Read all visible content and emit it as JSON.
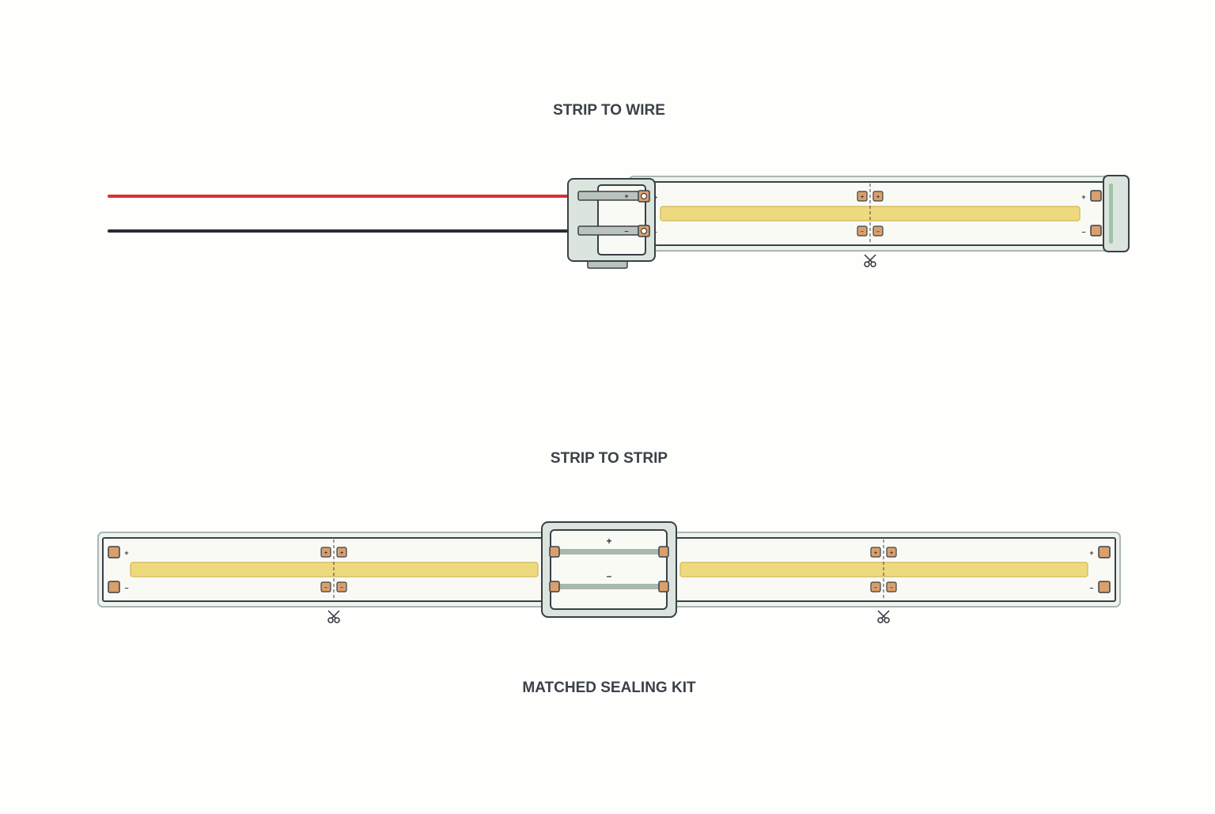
{
  "diagram": {
    "sections": [
      {
        "id": "strip-to-wire",
        "title": "STRIP TO WIRE"
      },
      {
        "id": "strip-to-strip",
        "title": "STRIP TO STRIP"
      },
      {
        "id": "sealing-kit",
        "title": "MATCHED SEALING KIT"
      }
    ],
    "polarity": {
      "positive": "+",
      "negative": "–"
    },
    "colors": {
      "positive_wire": "#d63333",
      "negative_wire": "#2a2d30",
      "cob_emitter": "#efd97f",
      "copper_pad": "#d9a06c",
      "housing": "#dbe5de",
      "end_seal": "#9fc4a6"
    },
    "icons": [
      "scissors-icon"
    ]
  }
}
